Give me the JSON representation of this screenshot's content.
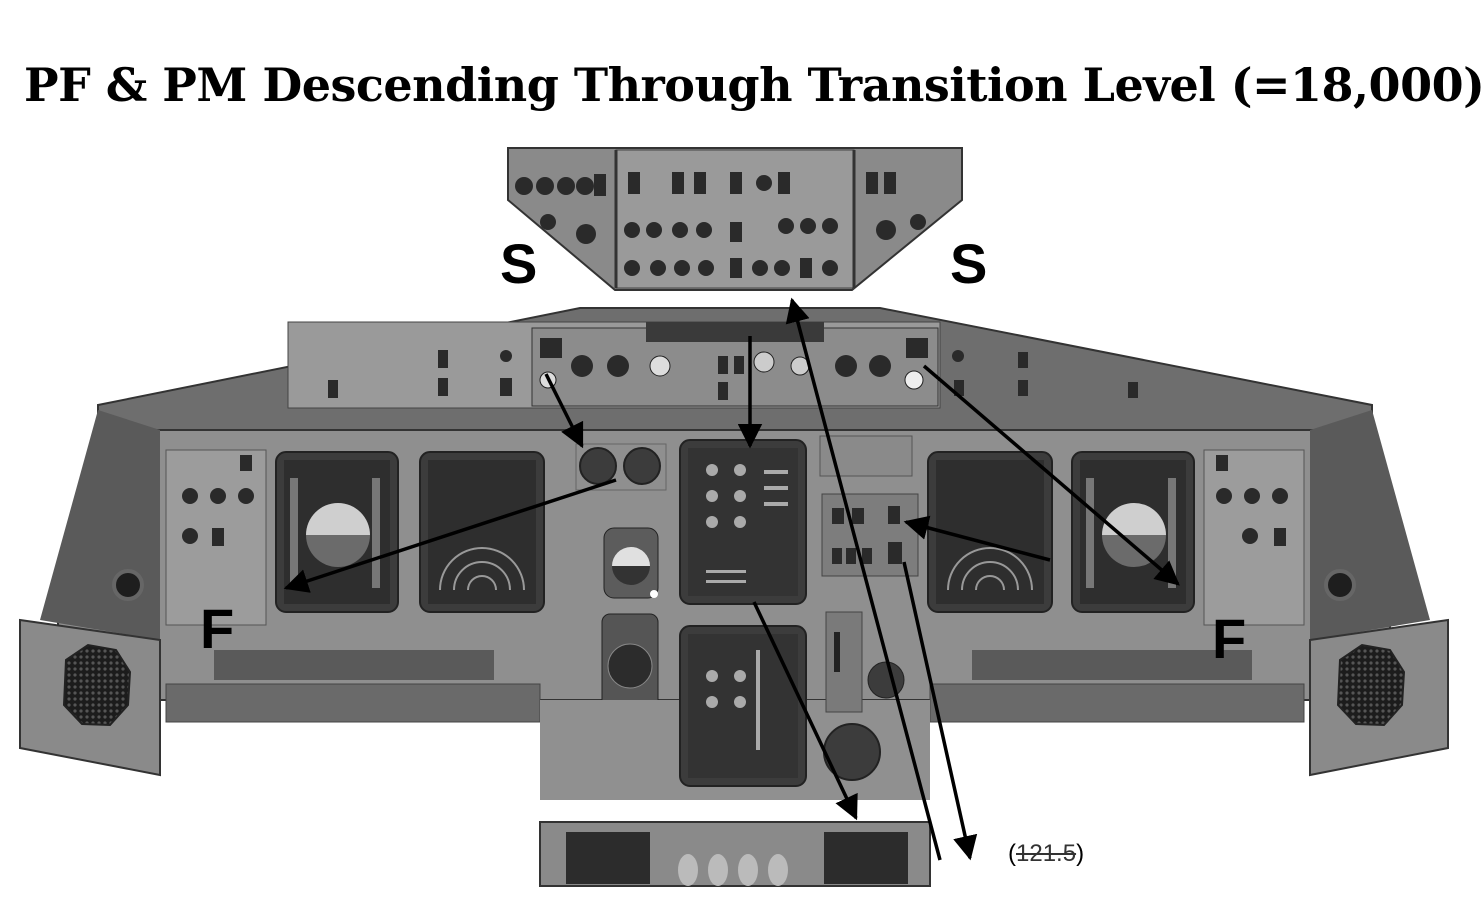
{
  "title": "PF & PM Descending Through Transition Level (=18,000)",
  "labels": {
    "s_left": "S",
    "s_right": "S",
    "f_left": "F",
    "f_right": "F"
  },
  "note": {
    "open": "(",
    "struck_value": "121.5",
    "close": ")"
  }
}
